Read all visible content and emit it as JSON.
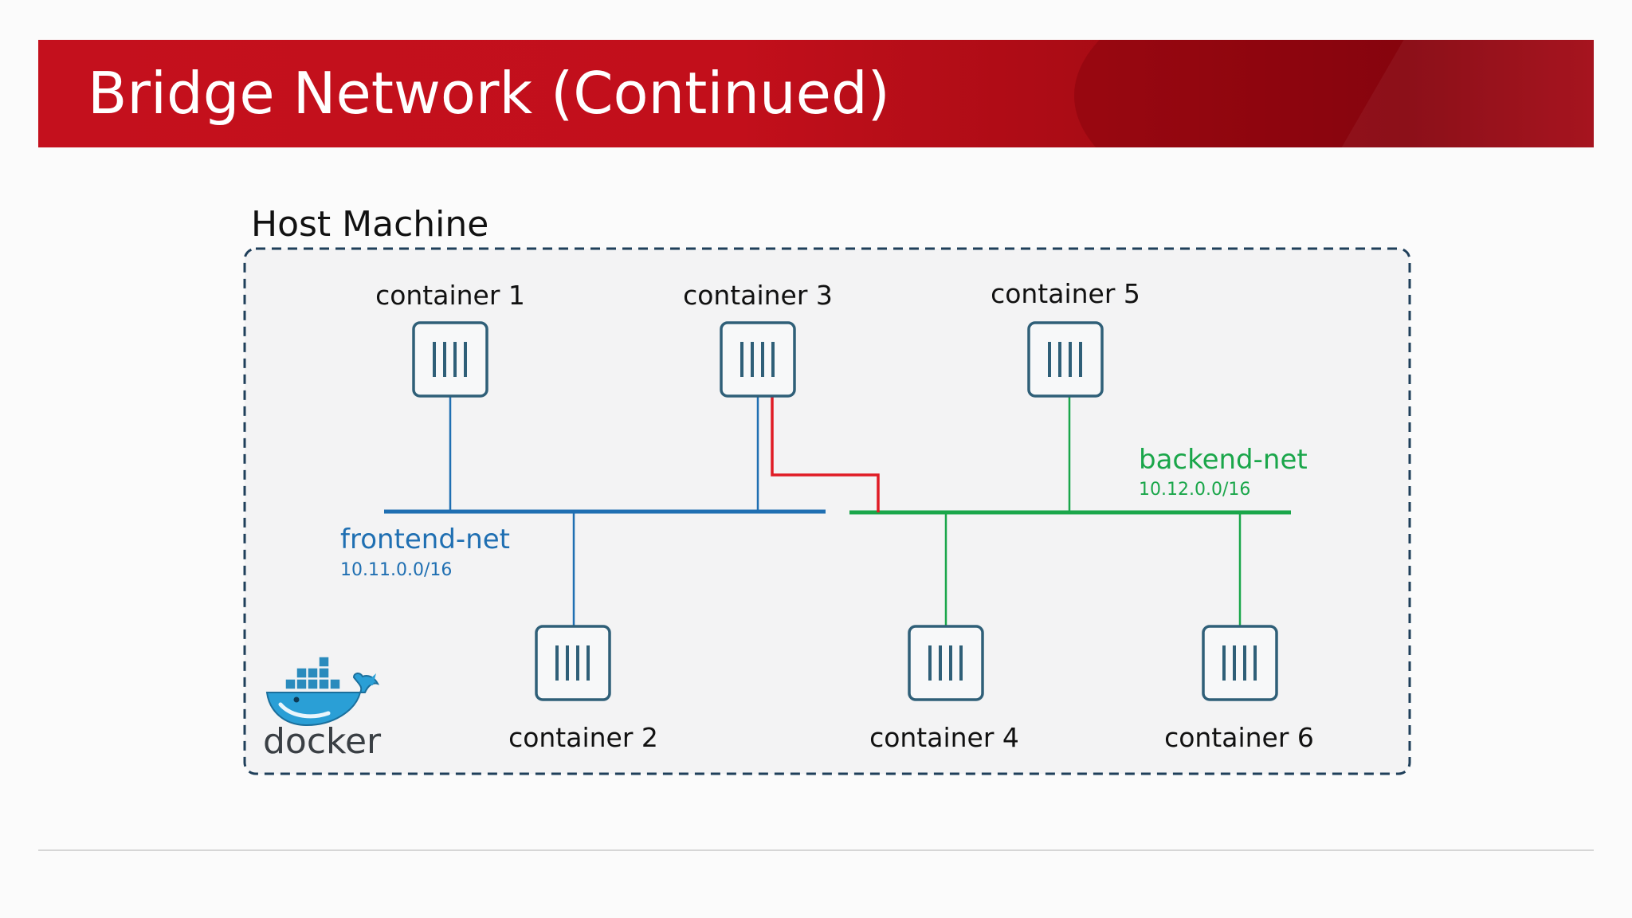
{
  "slide": {
    "title": "Bridge Network (Continued)"
  },
  "host": {
    "label": "Host Machine"
  },
  "networks": {
    "frontend": {
      "name": "frontend-net",
      "subnet": "10.11.0.0/16",
      "color": "#1f6fb2"
    },
    "backend": {
      "name": "backend-net",
      "subnet": "10.12.0.0/16",
      "color": "#1aa64a"
    },
    "link_color": "#e01b24"
  },
  "containers": [
    {
      "label": "container 1",
      "icon": "container-icon"
    },
    {
      "label": "container 2",
      "icon": "container-icon"
    },
    {
      "label": "container 3",
      "icon": "container-icon"
    },
    {
      "label": "container 4",
      "icon": "container-icon"
    },
    {
      "label": "container 5",
      "icon": "container-icon"
    },
    {
      "label": "container 6",
      "icon": "container-icon"
    }
  ],
  "logo": {
    "icon": "docker-whale-icon",
    "wordmark": "docker"
  },
  "colors": {
    "banner": "#c4101d",
    "container_border": "#2f5f78",
    "host_border": "#1f3f5a"
  }
}
